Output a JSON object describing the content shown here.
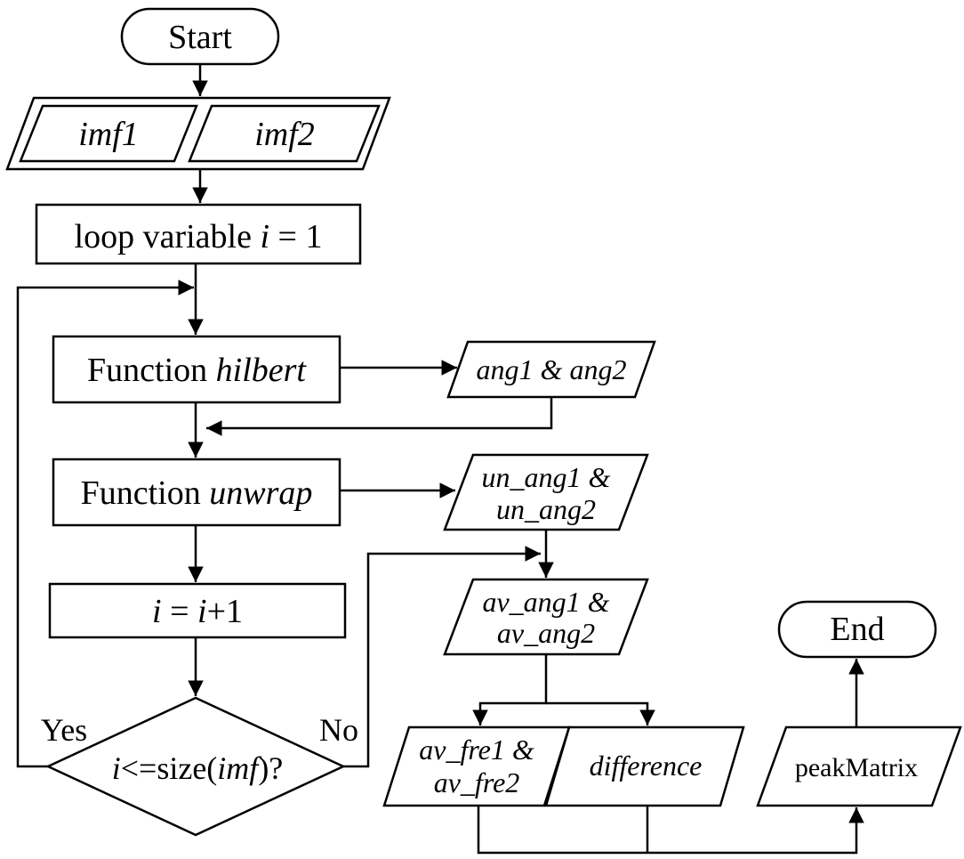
{
  "nodes": {
    "start": "Start",
    "imf1": "imf1",
    "imf2": "imf2",
    "loop_prefix": "loop variable ",
    "loop_var": "i",
    "loop_suffix": " = 1",
    "hilbert_prefix": "Function ",
    "hilbert_name": "hilbert",
    "ang": "ang1 & ang2",
    "unwrap_prefix": "Function ",
    "unwrap_name": "unwrap",
    "un_ang_line1": "un_ang1 &",
    "un_ang_line2": "un_ang2",
    "incr_i": "i",
    "incr_eq": " = ",
    "incr_i2": "i",
    "incr_plus": "+1",
    "cond_i": "i",
    "cond_mid": "<=size(",
    "cond_imf": "imf",
    "cond_end": ")?",
    "av_ang_line1": "av_ang1 &",
    "av_ang_line2": "av_ang2",
    "av_fre_line1": "av_fre1 &",
    "av_fre_line2": "av_fre2",
    "difference": "difference",
    "peak": "peakMatrix",
    "end": "End"
  },
  "edges": {
    "yes": "Yes",
    "no": "No"
  }
}
